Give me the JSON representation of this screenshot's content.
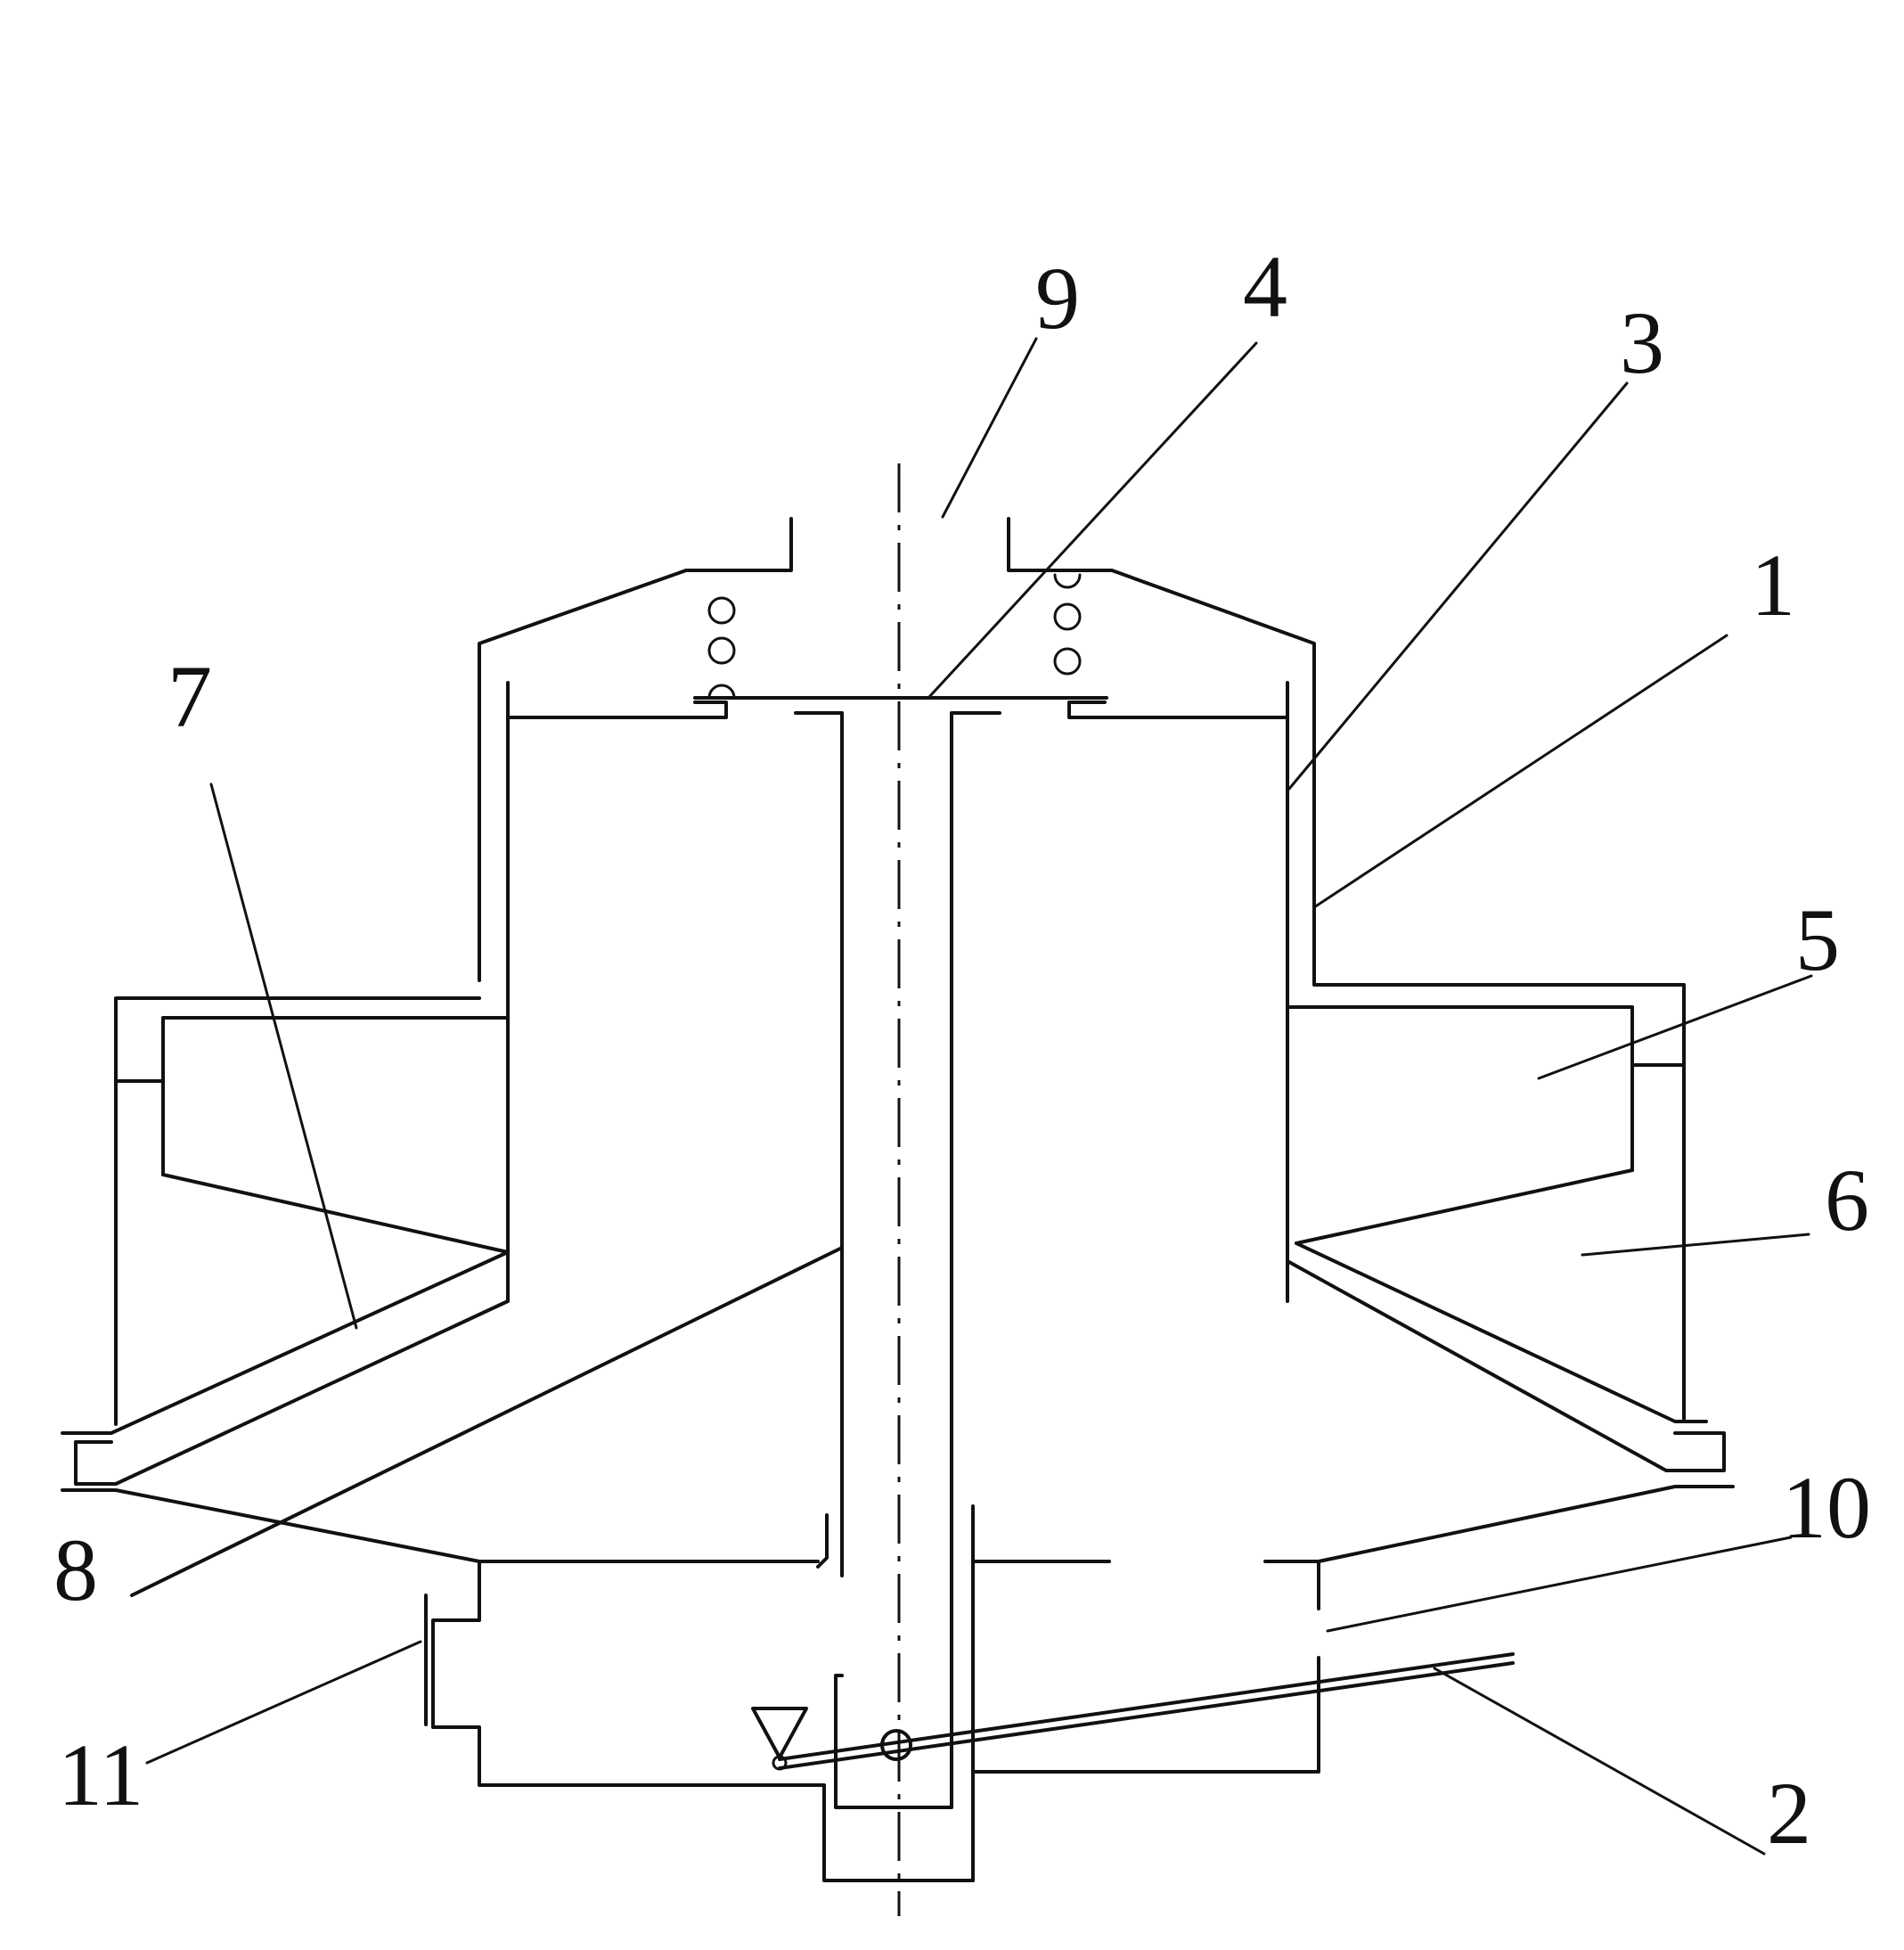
{
  "diagram": {
    "labels": {
      "l1": "1",
      "l2": "2",
      "l3": "3",
      "l4": "4",
      "l5": "5",
      "l6": "6",
      "l7": "7",
      "l8": "8",
      "l9": "9",
      "l10": "10",
      "l11": "11"
    }
  }
}
